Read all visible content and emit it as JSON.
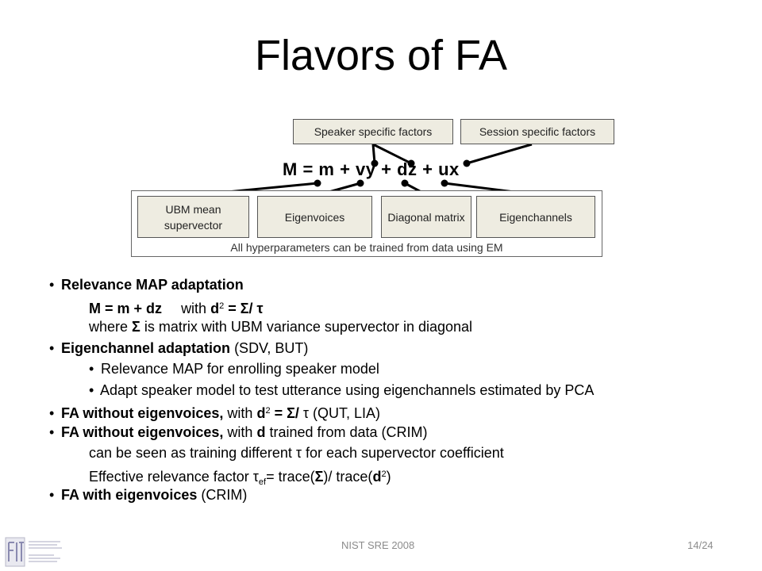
{
  "title": "Flavors of FA",
  "tags": {
    "speaker": "Speaker specific factors",
    "session": "Session specific factors"
  },
  "equation": "M = m + vy + dz + ux",
  "boxes": {
    "ubm": "UBM mean supervector",
    "eigenvoices": "Eigenvoices",
    "diagonal": "Diagonal matrix",
    "eigenchannels": "Eigenchannels"
  },
  "frame_caption": "All hyperparameters can be trained from data using EM",
  "bullets": {
    "b1_title": "Relevance MAP adaptation",
    "b1_eq_lhs": "M = m + dz",
    "b1_eq_with": "with",
    "b1_d": "d",
    "b1_sup": "2",
    "b1_rhs": "= Σ/ τ",
    "b1_where_pre": "where",
    "b1_where_sigma": "Σ",
    "b1_where_post": "is matrix with UBM variance supervector in diagonal",
    "b2_title": "Eigenchannel adaptation",
    "b2_rest": "(SDV, BUT)",
    "b2_sub1": "Relevance MAP for enrolling speaker model",
    "b2_sub2": "Adapt speaker model to test utterance using eigenchannels estimated by PCA",
    "b3_title": "FA without eigenvoices,",
    "b3_with": "with",
    "b3_d": "d",
    "b3_sup": "2",
    "b3_eq": "= Σ/",
    "b3_rest": "τ (QUT, LIA)",
    "b4_title": "FA without eigenvoices,",
    "b4_with": "with",
    "b4_d": "d",
    "b4_rest": "trained from data (CRIM)",
    "b4_line2": "can be seen as training different τ for each supervector coefficient",
    "b4_line3_pre": "Effective relevance factor τ",
    "b4_line3_sub": "ef",
    "b4_line3_mid": "= trace(",
    "b4_line3_sigma": "Σ",
    "b4_line3_mid2": ")/ trace(",
    "b4_line3_d": "d",
    "b4_line3_sup": "2",
    "b4_line3_end": ")",
    "b5_title": "FA with eigenvoices",
    "b5_rest": "(CRIM)"
  },
  "footer": {
    "center": "NIST SRE 2008",
    "page": "14/24"
  },
  "logo_icon": "fit-university-logo-icon"
}
